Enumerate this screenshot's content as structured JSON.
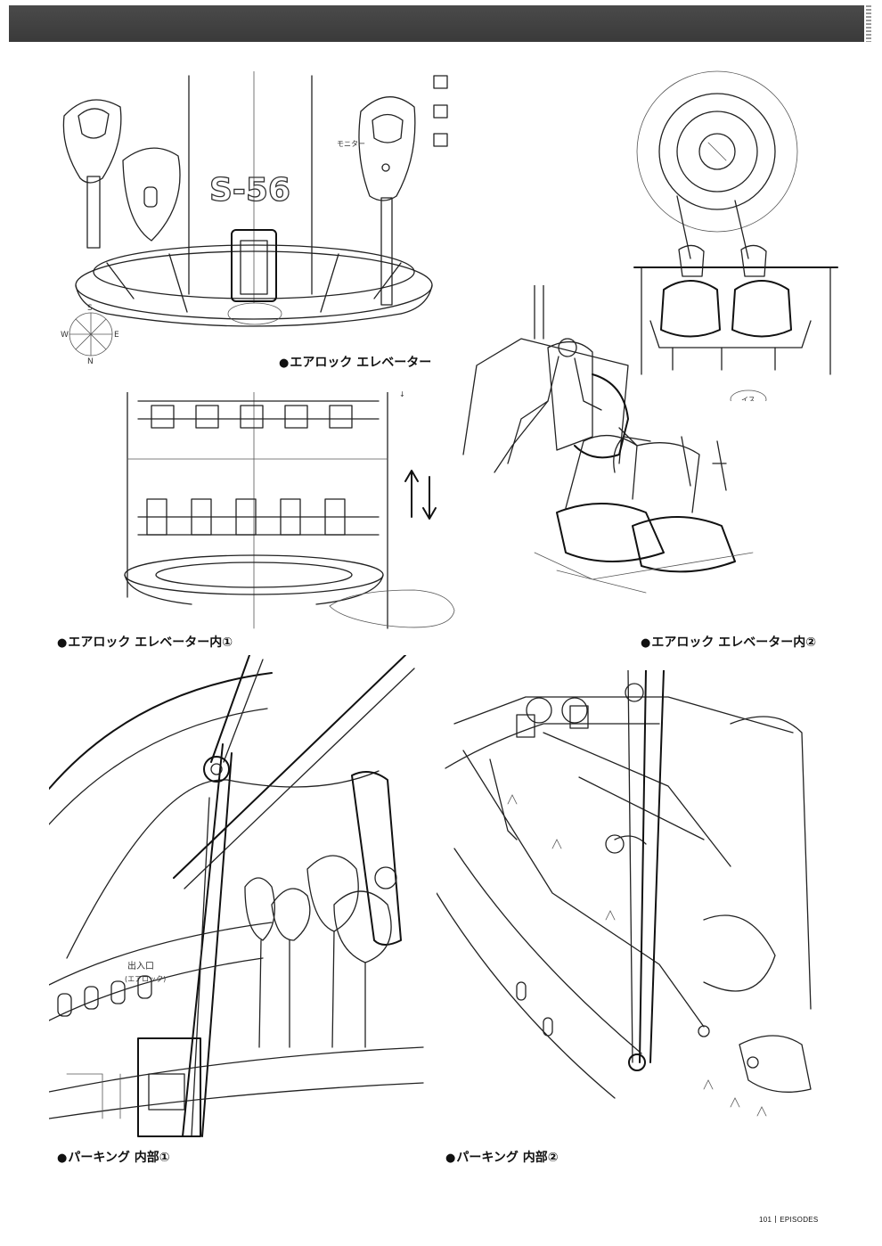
{
  "captions": {
    "airlock_elevator": "エアロック エレベーター",
    "airlock_elevator_inside_1": "エアロック エレベーター内①",
    "airlock_elevator_inside_2": "エアロック エレベーター内②",
    "parking_inside_1": "パーキング 内部①",
    "parking_inside_2": "パーキング 内部②"
  },
  "caption_bullet": "●",
  "folio": {
    "page_number": "101",
    "section": "EPISODES"
  },
  "sketch_text": {
    "elevator_sign": "S-56",
    "monitor_label": "モニター",
    "compass_marks": [
      "S",
      "N",
      "E",
      "W"
    ],
    "seat_label": "イス",
    "exit_label": "出入口",
    "exit_sublabel": "(エアロック)"
  }
}
